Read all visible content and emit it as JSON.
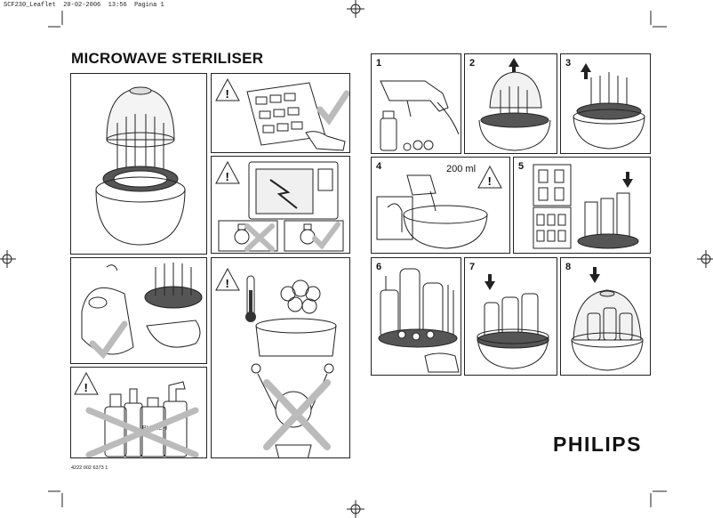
{
  "header": {
    "filename": "SCF230_Leaflet",
    "date": "20-02-2006",
    "time": "13:56",
    "page_label": "Pagina 1"
  },
  "title": "MICROWAVE STERILISER",
  "steps": [
    "1",
    "2",
    "3",
    "4",
    "5",
    "6",
    "7",
    "8"
  ],
  "step4_volume": "200 ml",
  "logo": "PHILIPS",
  "doc_code": "4222 002 6373 1",
  "icons": [
    "warning-icon",
    "checkmark-icon",
    "cross-icon",
    "thermometer-icon",
    "arrow-up-icon",
    "arrow-down-icon"
  ]
}
